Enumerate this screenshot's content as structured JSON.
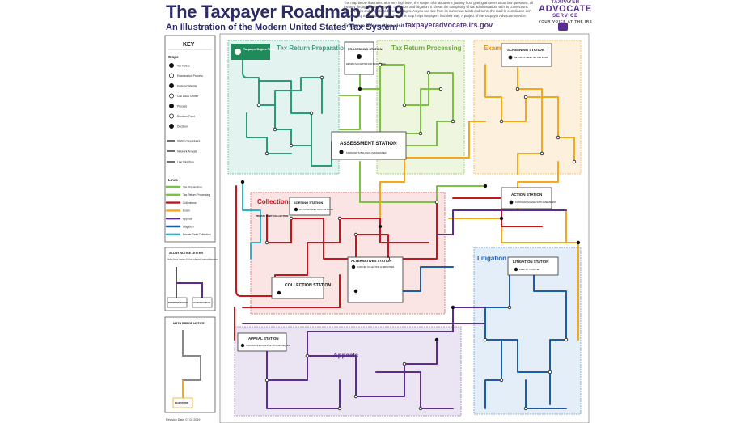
{
  "header": {
    "title": "The Taxpayer Roadmap 2019",
    "subtitle": "An Illustration of the Modern United States Tax System",
    "intro": "The map below illustrates, at a very high level, the stages of a taxpayer's journey from getting answers to tax law questions, all the way through audits, appeals, collection, and litigation. It shows the complexity of tax administration, with its connections and overlaps and repetitions between stages. As you can see from its numerous twists and turns, the road to compliance isn't always easy to navigate. But we hope this map helps taxpayers find their way. A project of the Taxpayer Advocate Service.",
    "more_info_label": "For more information visit",
    "url": "taxpayeradvocate.irs.gov"
  },
  "logo": {
    "line1": "TAXPAYER",
    "line2": "ADVOCATE",
    "line3": "SERVICE",
    "tagline": "YOUR VOICE AT THE IRS"
  },
  "key": {
    "title": "KEY",
    "stops_header": "Stops",
    "stops": [
      "Tax Notice",
      "Examination Process",
      "Federal Website",
      "Call Local Center",
      "Process",
      "Decision Point",
      "Decision"
    ],
    "connectors": [
      "Station Departures",
      "Network Arrivals",
      "Line Direction"
    ],
    "lines_header": "Lines",
    "lines": [
      {
        "label": "Tax Preparation",
        "color": "#7dc242"
      },
      {
        "label": "Tax Return Processing",
        "color": "#7dc242"
      },
      {
        "label": "Collections",
        "color": "#c4161c"
      },
      {
        "label": "Exam",
        "color": "#f4a81d"
      },
      {
        "label": "Appeals",
        "color": "#5b2d8e"
      },
      {
        "label": "Litigation",
        "color": "#1d5da8"
      },
      {
        "label": "Private Debt Collection",
        "color": "#2fb3c9"
      }
    ]
  },
  "inset_notice": {
    "title": "30-DAY NOTICE LETTER",
    "caption": "Notice Giving Taxpayer 30 Days to Appeal Proposed Adjustment",
    "station_a": "ASSESSMENT STATION",
    "station_b": "LITIGATION STATION"
  },
  "inset_math": {
    "title": "MATH ERROR NOTICE",
    "station": "EXAM STATION"
  },
  "revision_date": "Revision Date: 07.02.2019",
  "zones": {
    "tax_return_preparation": "Tax Return Preparation",
    "tax_return_processing": "Tax Return Processing",
    "exam": "Exam",
    "collections": "Collections",
    "litigation": "Litigation",
    "appeals": "Appeals"
  },
  "stations": {
    "start": "Taxpayer Begins Filing Process",
    "processing": "PROCESSING STATION",
    "processing_sub": "RETURN IS ACCEPTED FOR PROCESSING",
    "assessment": "ASSESSMENT STATION",
    "assessment_sub": "TAXPAYER'S BALANCE IS ASSESSED",
    "screening": "SCREENING STATION",
    "screening_sub": "RETURN IS SELECTED FOR EXAM",
    "action": "ACTION STATION",
    "action_sub": "TAXPAYER ENGAGES WITH ASSESSMENT",
    "sorting": "SORTING STATION",
    "sorting_sub": "IRS CATEGORIZES TAXPAYER'S CASE",
    "private_debt": "PRIVATE DEBT COLLECTION",
    "alternatives": "ALTERNATIVES STATION",
    "alternatives_sub": "TAXPAYER COLLECTION ALTERNATIVES",
    "collection": "COLLECTION STATION",
    "litigation": "LITIGATION STATION",
    "litigation_sub": "FILED BY TAXPAYER",
    "appeal": "APPEAL STATION",
    "appeal_sub": "TAXPAYER FILES AN APPEAL OR CLAIM REQUEST"
  }
}
